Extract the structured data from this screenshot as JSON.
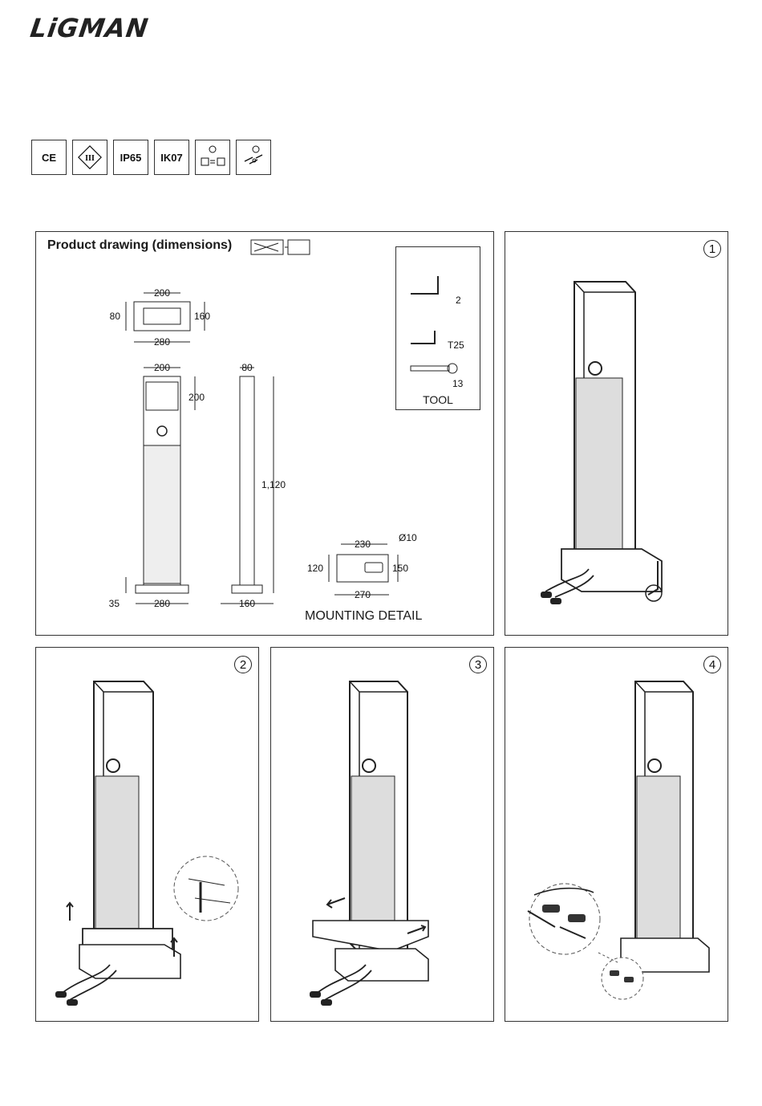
{
  "brand": {
    "logo_text": "LiGMAN"
  },
  "badges": [
    {
      "id": "ce",
      "text": "CE"
    },
    {
      "id": "class3",
      "text": ""
    },
    {
      "id": "ip",
      "text": "IP65"
    },
    {
      "id": "ik",
      "text": "IK07"
    },
    {
      "id": "voltage",
      "text": ""
    },
    {
      "id": "wiring",
      "text": ""
    }
  ],
  "product_panel": {
    "title": "Product drawing (dimensions)",
    "dimensions": {
      "top_width": "200",
      "top_depth_left": "80",
      "top_depth_right": "160",
      "top_base": "280",
      "front_width": "200",
      "front_window": "200",
      "height": "1,120",
      "base_height": "35",
      "base_width": "280",
      "side_width": "80",
      "side_base": "160"
    },
    "tool": {
      "title": "TOOL",
      "sizes": [
        "2",
        "T25",
        "13"
      ]
    },
    "mounting": {
      "title": "MOUNTING DETAIL",
      "top": "230",
      "hole": "Ø10",
      "left": "120",
      "right": "150",
      "bottom": "270"
    }
  },
  "steps": [
    "1",
    "2",
    "3",
    "4"
  ]
}
